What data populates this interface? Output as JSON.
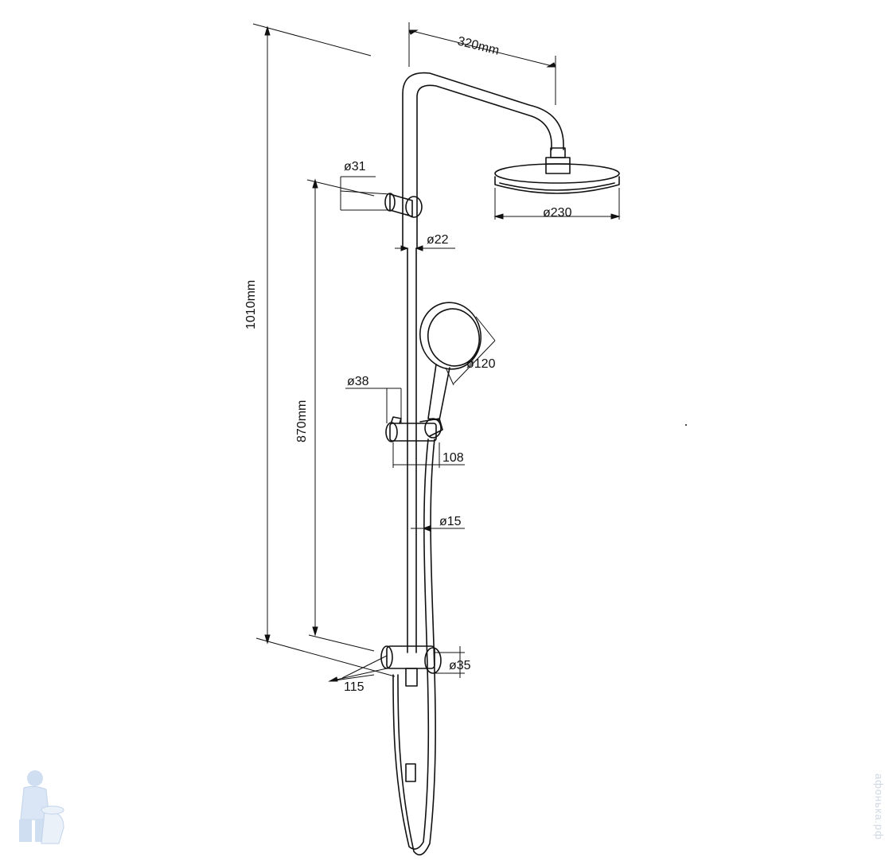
{
  "drawing": {
    "top_offset_label": "320mm",
    "total_height_label": "1010mm",
    "bar_height_label": "870mm",
    "top_holder_diameter": "ø31",
    "bar_diameter": "ø22",
    "hand_shower_diameter": "ø120",
    "slider_diameter": "ø38",
    "slider_projection": "108",
    "hose_diameter": "ø15",
    "mixer_connector_diameter": "ø35",
    "wall_offset": "115",
    "head_diameter": "ø230"
  },
  "watermark": {
    "text": "афонька.рф",
    "logo_icon": "plumber-mascot-icon"
  },
  "colors": {
    "line": "#111111",
    "watermark": "#a9c4e6"
  }
}
